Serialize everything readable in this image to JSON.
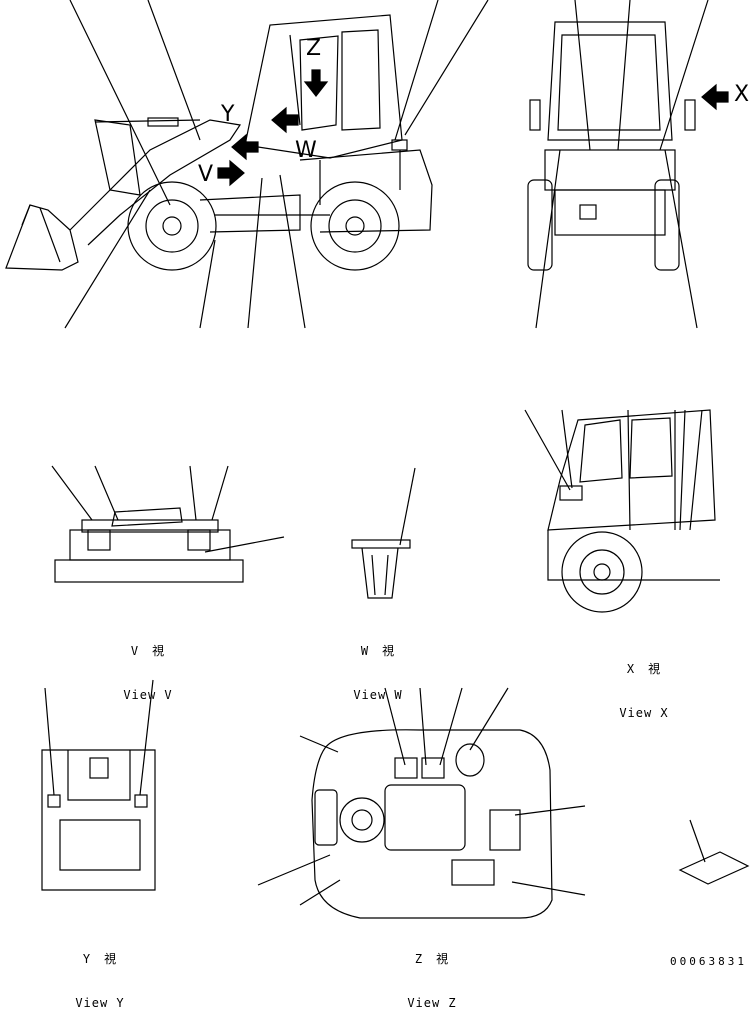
{
  "views": {
    "v": {
      "jp": "V　視",
      "en": "View V"
    },
    "w": {
      "jp": "W　視",
      "en": "View W"
    },
    "x": {
      "jp": "X　視",
      "en": "View X"
    },
    "y": {
      "jp": "Y　視",
      "en": "View Y"
    },
    "z": {
      "jp": "Z　視",
      "en": "View Z"
    }
  },
  "markers": {
    "v": "V",
    "w": "W",
    "x": "X",
    "y": "Y",
    "z": "Z"
  },
  "doc_number": "00063831"
}
